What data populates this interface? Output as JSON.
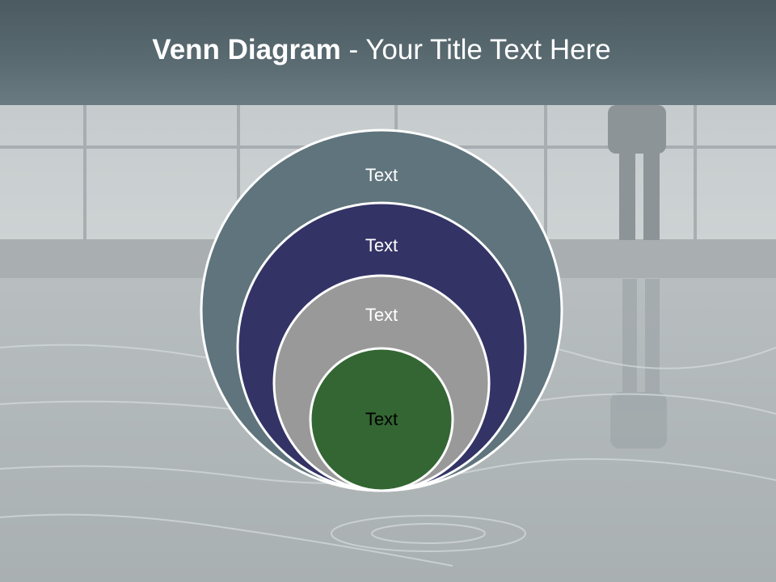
{
  "slide": {
    "title_bold": "Venn Diagram",
    "title_rest": " - Your Title Text Here"
  },
  "diagram": {
    "rings": [
      {
        "label": "Text",
        "fill": "#5f747c",
        "text_color": "#ffffff"
      },
      {
        "label": "Text",
        "fill": "#333366",
        "text_color": "#ffffff"
      },
      {
        "label": "Text",
        "fill": "#999999",
        "text_color": "#ffffff"
      },
      {
        "label": "Text",
        "fill": "#336633",
        "text_color": "#000000"
      }
    ],
    "outline_color": "#ffffff"
  },
  "background": {
    "top_band": "#566a72",
    "sky": "#c6cbcd",
    "water": "#b4babc"
  }
}
